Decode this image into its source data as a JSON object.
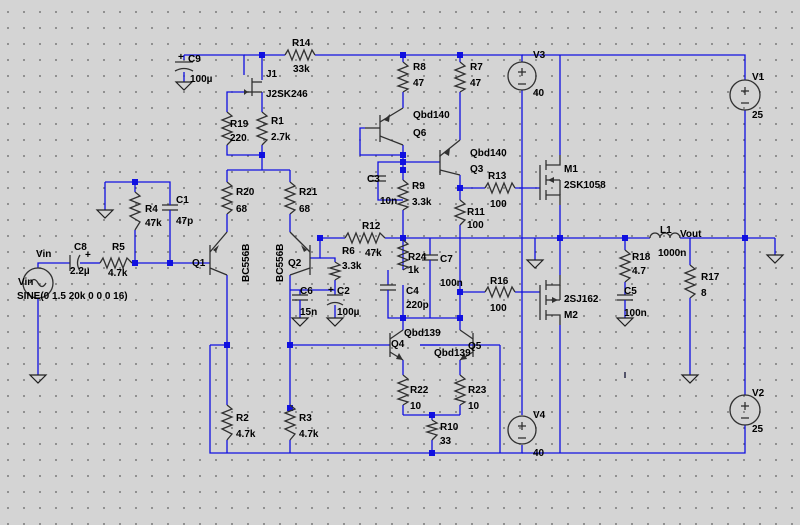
{
  "components": {
    "C9": {
      "name": "C9",
      "value": "100µ"
    },
    "R14": {
      "name": "R14",
      "value": "33k"
    },
    "J1": {
      "name": "J1",
      "value": "J2SK246"
    },
    "R19": {
      "name": "R19",
      "value": "220"
    },
    "R1": {
      "name": "R1",
      "value": "2.7k"
    },
    "R8": {
      "name": "R8",
      "value": "47"
    },
    "R7": {
      "name": "R7",
      "value": "47"
    },
    "Q6": {
      "name": "Q6",
      "value": "Qbd140"
    },
    "Q3": {
      "name": "Q3",
      "value": "Qbd140"
    },
    "V3": {
      "name": "V3",
      "value": "40"
    },
    "V1": {
      "name": "V1",
      "value": "25"
    },
    "M1": {
      "name": "M1",
      "value": "2SK1058"
    },
    "R20": {
      "name": "R20",
      "value": "68"
    },
    "R21": {
      "name": "R21",
      "value": "68"
    },
    "C3": {
      "name": "C3",
      "value": "10n"
    },
    "R9": {
      "name": "R9",
      "value": "3.3k"
    },
    "R13": {
      "name": "R13",
      "value": "100"
    },
    "R4": {
      "name": "R4",
      "value": "47k"
    },
    "C1": {
      "name": "C1",
      "value": "47p"
    },
    "R11": {
      "name": "R11",
      "value": "100"
    },
    "R12": {
      "name": "R12",
      "value": "47k"
    },
    "R6": {
      "name": "R6",
      "value": "3.3k"
    },
    "R24": {
      "name": "R24",
      "value": "1k"
    },
    "C7": {
      "name": "C7",
      "value": "100n"
    },
    "L1": {
      "name": "L1",
      "value": "1000n"
    },
    "C8": {
      "name": "C8",
      "value": "2.2µ"
    },
    "R5": {
      "name": "R5",
      "value": "4.7k"
    },
    "Q1": {
      "name": "Q1",
      "value": "BC556B"
    },
    "Q2": {
      "name": "Q2",
      "value": "BC556B"
    },
    "R18": {
      "name": "R18",
      "value": "4.7"
    },
    "R17": {
      "name": "R17",
      "value": "8"
    },
    "C6": {
      "name": "C6",
      "value": "15n"
    },
    "C2": {
      "name": "C2",
      "value": "100µ"
    },
    "C4": {
      "name": "C4",
      "value": "220p"
    },
    "R16": {
      "name": "R16",
      "value": "100"
    },
    "M2": {
      "name": "M2",
      "value": "2SJ162"
    },
    "C5": {
      "name": "C5",
      "value": "100n"
    },
    "Q4": {
      "name": "Q4",
      "value": "Qbd139"
    },
    "Q5": {
      "name": "Q5",
      "value": "Qbd139"
    },
    "R22": {
      "name": "R22",
      "value": "10"
    },
    "R23": {
      "name": "R23",
      "value": "10"
    },
    "R2": {
      "name": "R2",
      "value": "4.7k"
    },
    "R3": {
      "name": "R3",
      "value": "4.7k"
    },
    "R10": {
      "name": "R10",
      "value": "33"
    },
    "V4": {
      "name": "V4",
      "value": "40"
    },
    "V2": {
      "name": "V2",
      "value": "25"
    },
    "Vin": {
      "name": "Vin",
      "value": "SINE(0 1.5 20k 0 0 0 16)"
    }
  },
  "net_labels": {
    "vin": "Vin",
    "vout": "Vout"
  },
  "colors": {
    "wire": "#1010e0",
    "component": "#303030",
    "background": "#d4d4d4",
    "grid_dot": "#7a7a7a"
  }
}
